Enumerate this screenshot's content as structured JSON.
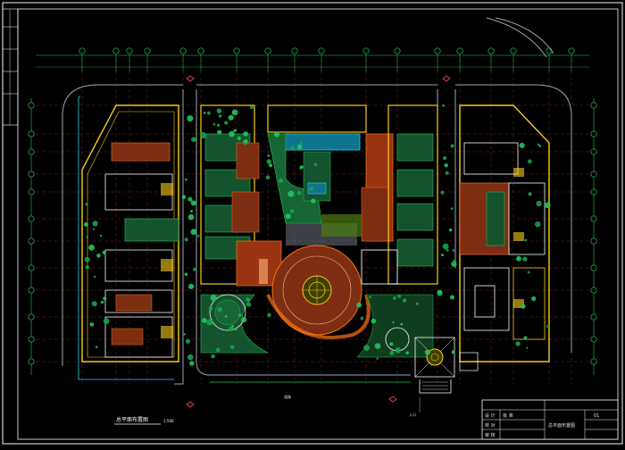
{
  "drawing": {
    "title": "总平面布置图",
    "scale": "1:500",
    "entrance_label": "入口",
    "road_label": "道路"
  },
  "title_block": {
    "project": "总平面布置图",
    "sheet": "01",
    "rows": [
      "设 计",
      "校 对",
      "审 核",
      "批 准"
    ]
  },
  "colors": {
    "background": "#000000",
    "axis": "#22c55e",
    "building": "#facc15",
    "wall": "#f8fafc",
    "road": "#9ca3af",
    "paving": "#f97316",
    "water": "#22d3ee",
    "plants": "#16a34a",
    "grid": "#ef4444"
  },
  "icons": [
    "tree-icon",
    "fountain-icon",
    "compass-icon"
  ]
}
